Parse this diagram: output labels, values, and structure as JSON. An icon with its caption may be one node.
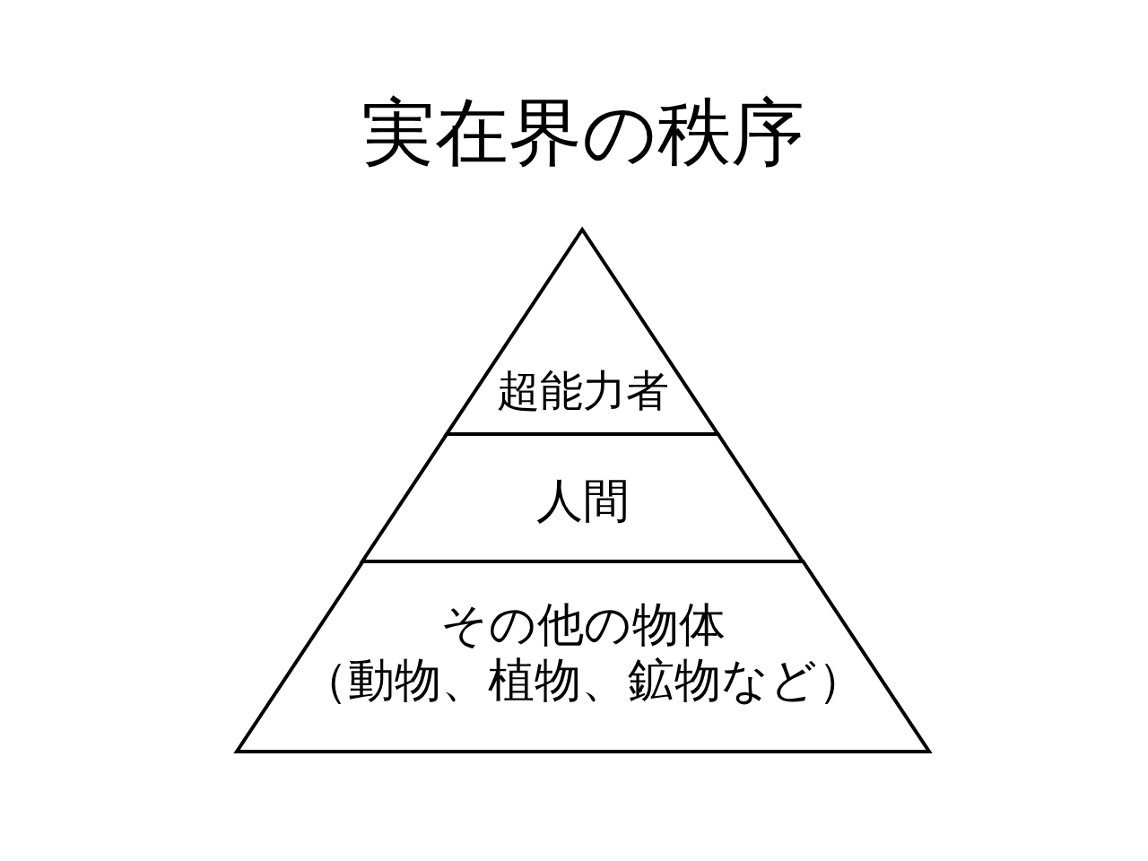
{
  "diagram": {
    "title": "実在界の秩序",
    "nodes": [
      {
        "text": [
          "超能力者"
        ]
      },
      {
        "text": [
          "人間"
        ]
      },
      {
        "text": [
          "その他の物体",
          "（動物、植物、鉱物など）"
        ]
      }
    ]
  }
}
